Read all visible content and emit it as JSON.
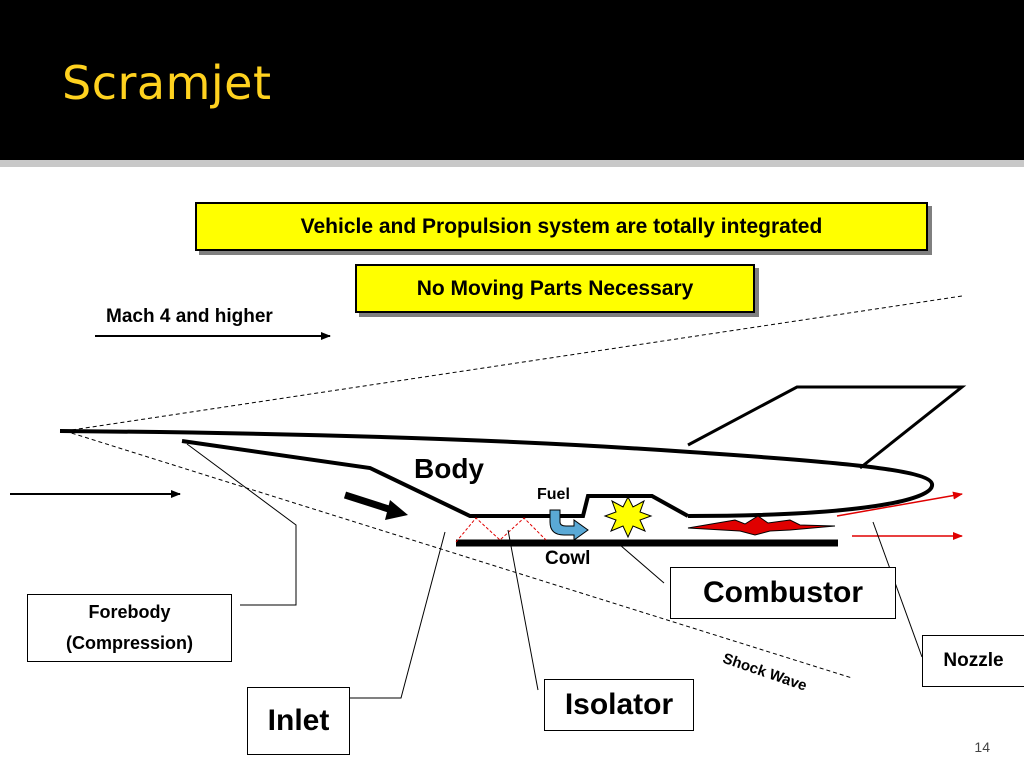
{
  "slide": {
    "title": "Scramjet",
    "page_number": "14"
  },
  "callouts": {
    "integrated": "Vehicle and Propulsion system are totally integrated",
    "no_moving_parts": "No Moving Parts Necessary"
  },
  "labels": {
    "mach": "Mach 4 and higher",
    "body": "Body",
    "fuel": "Fuel",
    "cowl": "Cowl",
    "shock_wave": "Shock Wave",
    "forebody_line1": "Forebody",
    "forebody_line2": "(Compression)",
    "combustor": "Combustor",
    "nozzle": "Nozzle",
    "inlet": "Inlet",
    "isolator": "Isolator"
  },
  "colors": {
    "header_bg": "#000000",
    "title": "#ffd21f",
    "callout_bg": "#ffff00",
    "flame": "#e00000",
    "fuel_arrow": "#5aa9d6",
    "spark": "#ffff00"
  }
}
